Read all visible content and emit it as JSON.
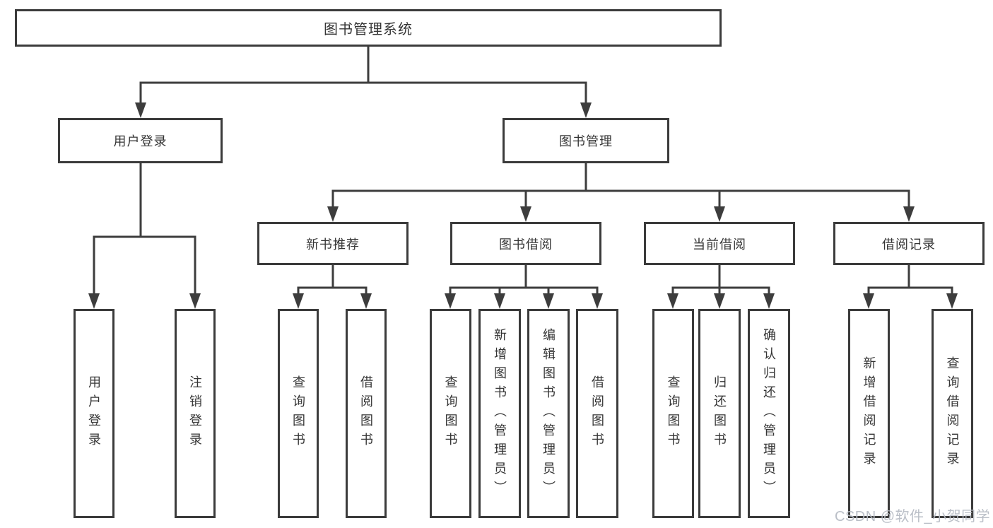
{
  "canvas": {
    "background": "#ffffff",
    "line_color": "#3d3d3d",
    "box_border_color": "#3b3b3b",
    "text_color": "#353535"
  },
  "diagram": {
    "type": "tree",
    "root": {
      "label": "图书管理系统"
    },
    "level2": {
      "user_login": {
        "label": "用户登录",
        "parent": "图书管理系统"
      },
      "book_mgmt": {
        "label": "图书管理",
        "parent": "图书管理系统"
      }
    },
    "level3": {
      "new_book_rec": {
        "label": "新书推荐",
        "parent": "图书管理"
      },
      "book_borrow": {
        "label": "图书借阅",
        "parent": "图书管理"
      },
      "current_borrow": {
        "label": "当前借阅",
        "parent": "图书管理"
      },
      "borrow_records": {
        "label": "借阅记录",
        "parent": "图书管理"
      }
    },
    "leaves": {
      "user_login_leaf": {
        "label": "用户登录",
        "parent": "用户登录"
      },
      "logout_leaf": {
        "label": "注销登录",
        "parent": "用户登录"
      },
      "query_book_newrec": {
        "label": "查询图书",
        "parent": "新书推荐"
      },
      "borrow_book_newrec": {
        "label": "借阅图书",
        "parent": "新书推荐"
      },
      "query_book_borrow": {
        "label": "查询图书",
        "parent": "图书借阅"
      },
      "add_book_admin": {
        "label": "新增图书（管理员）",
        "parent": "图书借阅"
      },
      "edit_book_admin": {
        "label": "编辑图书（管理员）",
        "parent": "图书借阅"
      },
      "borrow_book_leaf": {
        "label": "借阅图书",
        "parent": "图书借阅"
      },
      "query_book_current": {
        "label": "查询图书",
        "parent": "当前借阅"
      },
      "return_book": {
        "label": "归还图书",
        "parent": "当前借阅"
      },
      "confirm_return_admin": {
        "label": "确认归还（管理员）",
        "parent": "当前借阅"
      },
      "add_borrow_record": {
        "label": "新增借阅记录",
        "parent": "借阅记录"
      },
      "query_borrow_record": {
        "label": "查询借阅记录",
        "parent": "借阅记录"
      }
    }
  },
  "watermark": {
    "text": "CSDN @软件_小贺同学",
    "color": "#b6bcc4"
  }
}
